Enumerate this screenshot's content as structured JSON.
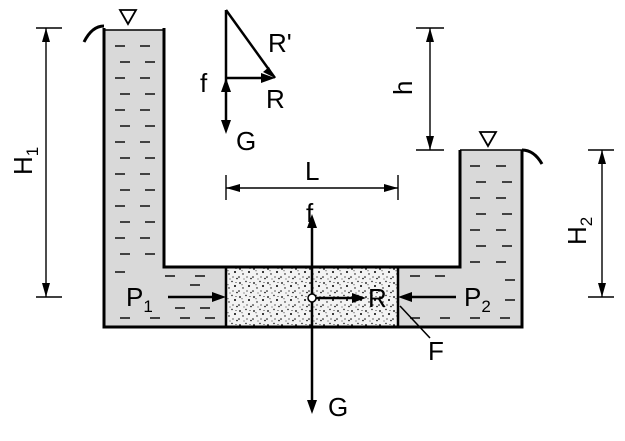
{
  "diagram": {
    "labels": {
      "H1": "H",
      "H1_sub": "1",
      "H2": "H",
      "H2_sub": "2",
      "h": "h",
      "L": "L",
      "f_top": "f",
      "G_top": "G",
      "R_top": "R",
      "R_prime": "R'",
      "f_plug": "f",
      "G_plug": "G",
      "R_plug": "R",
      "P1": "P",
      "P1_sub": "1",
      "P2": "P",
      "P2_sub": "2",
      "F": "F"
    },
    "colors": {
      "liquid": "#d9d9d9",
      "plug": "#efefef",
      "line": "#000000"
    },
    "icons": [
      "free-surface-triangle-icon"
    ]
  }
}
